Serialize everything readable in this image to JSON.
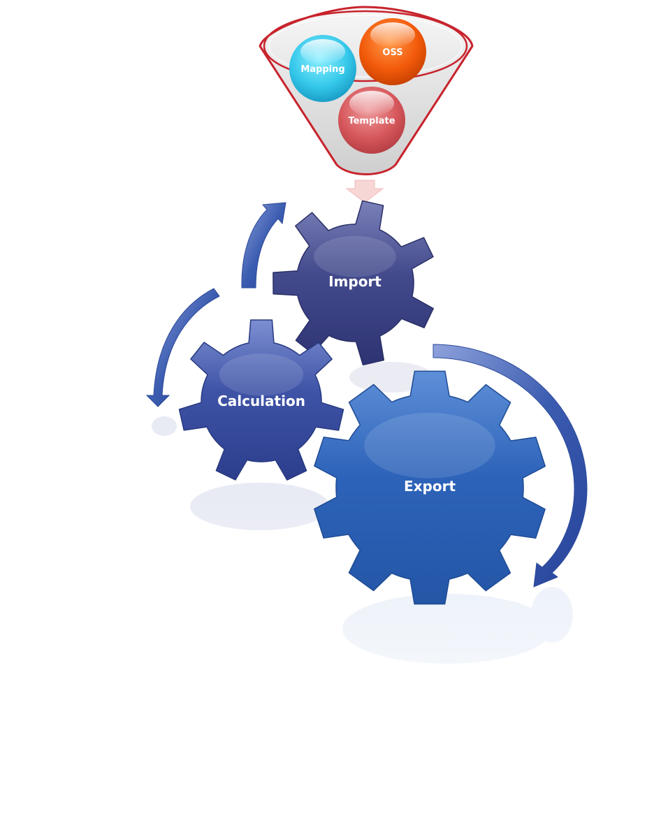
{
  "funnel_inputs": {
    "oss": "OSS",
    "mapping": "Mapping",
    "template": "Template"
  },
  "gears": {
    "import": "Import",
    "calculation": "Calculation",
    "export": "Export"
  },
  "colors": {
    "funnel_rim": "#c8232c",
    "oss_ball": "#f25a0a",
    "mapping_ball": "#35c8ea",
    "template_ball": "#d6585c",
    "gear_dark": "#3d437f",
    "gear_mid": "#3b4f9e",
    "gear_light": "#2d62b8",
    "arrow_blue": "#3558a8"
  }
}
